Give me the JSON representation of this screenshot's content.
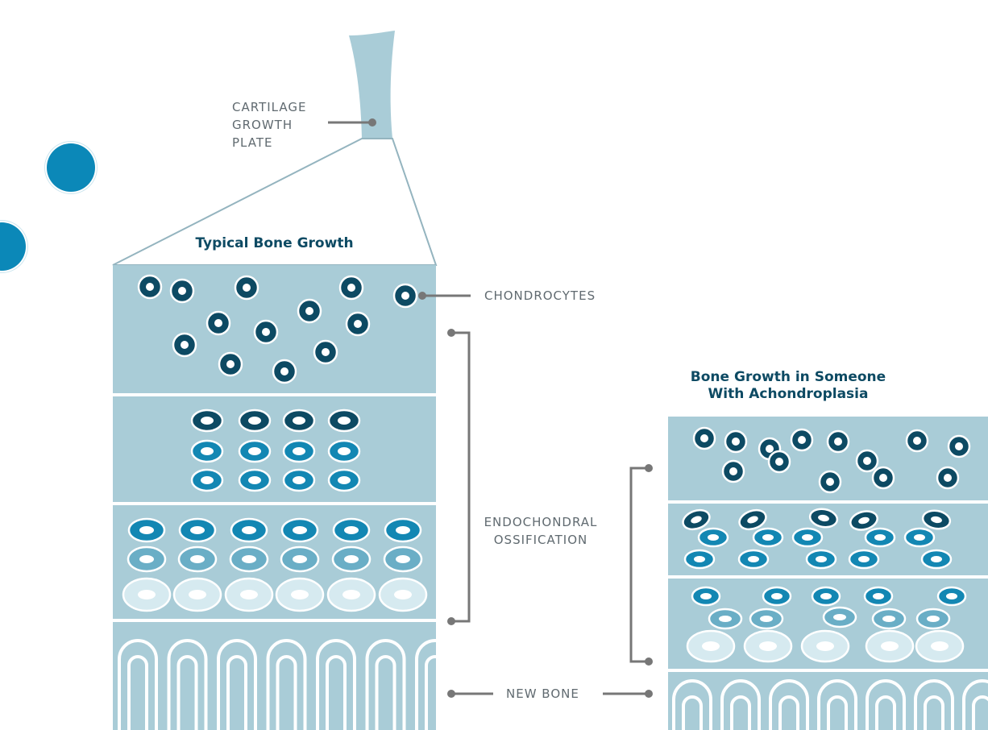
{
  "labels": {
    "cartilage": [
      "CARTILAGE",
      "GROWTH",
      "PLATE"
    ],
    "chondrocytes": "CHONDROCYTES",
    "ossification": [
      "ENDOCHONDRAL",
      "OSSIFICATION"
    ],
    "new_bone": "NEW BONE"
  },
  "panels": {
    "typical_title": "Typical Bone Growth",
    "achondroplasia_title": [
      "Bone Growth in Someone",
      "With Achondroplasia"
    ]
  },
  "colors": {
    "panel_fill": "#a9ccd7",
    "cell_dark": "#0d4a63",
    "cell_mid": "#1387b3",
    "cell_light": "#6aaec6",
    "cell_pale": "#d6eaf0",
    "accent_dot": "#0b88b8",
    "line": "#777777",
    "text": "#606a70",
    "title": "#0d4a63"
  }
}
